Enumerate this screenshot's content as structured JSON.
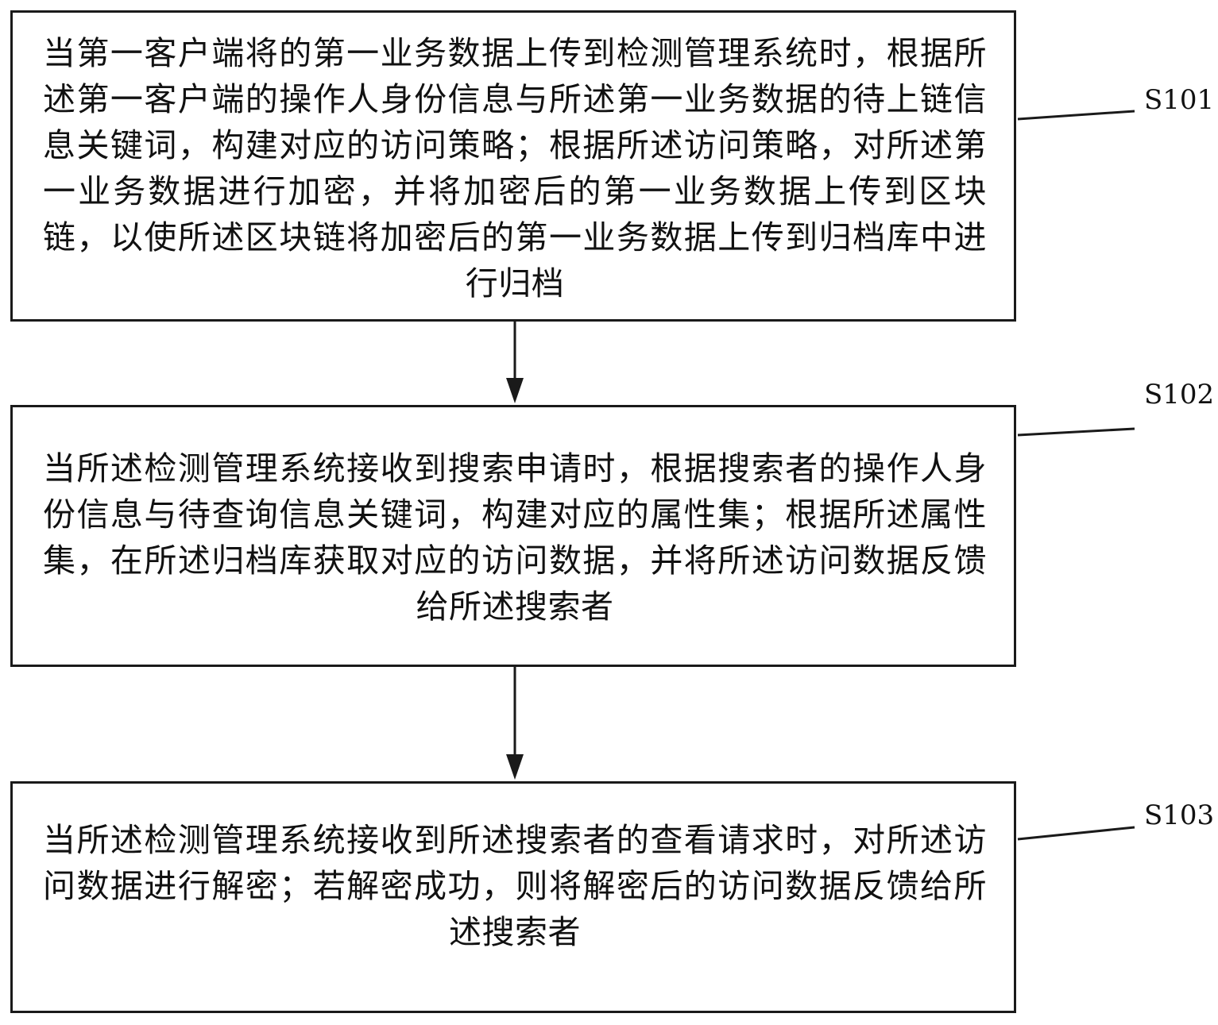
{
  "steps": [
    {
      "id": "S101",
      "label": "S101",
      "text": "当第一客户端将的第一业务数据上传到检测管理系统时，根据所述第一客户端的操作人身份信息与所述第一业务数据的待上链信息关键词，构建对应的访问策略；根据所述访问策略，对所述第一业务数据进行加密，并将加密后的第一业务数据上传到区块链，以使所述区块链将加密后的第一业务数据上传到归档库中进行归档"
    },
    {
      "id": "S102",
      "label": "S102",
      "text": "当所述检测管理系统接收到搜索申请时，根据搜索者的操作人身份信息与待查询信息关键词，构建对应的属性集；根据所述属性集，在所述归档库获取对应的访问数据，并将所述访问数据反馈给所述搜索者"
    },
    {
      "id": "S103",
      "label": "S103",
      "text": "当所述检测管理系统接收到所述搜索者的查看请求时，对所述访问数据进行解密；若解密成功，则将解密后的访问数据反馈给所述搜索者"
    }
  ],
  "colors": {
    "stroke": "#1a1a1a",
    "text": "#111111",
    "background": "#ffffff"
  }
}
